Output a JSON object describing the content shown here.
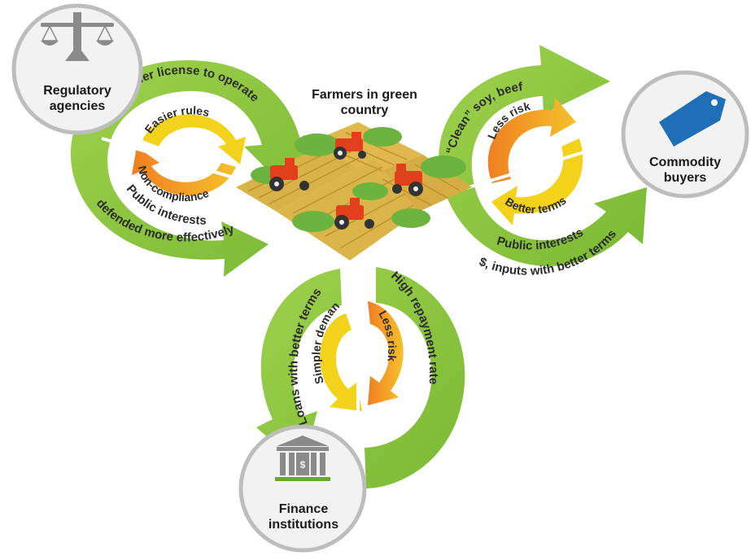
{
  "center": {
    "title": "Farmers in green country"
  },
  "regulatory": {
    "name": "Regulatory agencies",
    "icon": "scales-of-justice-icon",
    "outer_top": "Easier license to operate",
    "outer_bottom_1": "Public interests",
    "outer_bottom_2": "defended more effectively",
    "inner_top": "Easier rules",
    "inner_bottom": "Non-compliance"
  },
  "commodity": {
    "name": "Commodity buyers",
    "icon": "price-tag-icon",
    "outer_top": "“Clean” soy, beef",
    "outer_bottom_1": "Public interests",
    "outer_bottom_2": "$, inputs with better terms",
    "inner_top": "Less risk",
    "inner_bottom": "Better terms"
  },
  "finance": {
    "name": "Finance institutions",
    "icon": "bank-building-icon",
    "outer_left": "Loans with better terms",
    "outer_right": "High repayment rate",
    "inner_left": "Simpler demands",
    "inner_right": "Less risk"
  },
  "colors": {
    "outer_arrow": "#8cc63f",
    "outer_arrow_dark": "#6aa82c",
    "inner_orange": "#f39c33",
    "inner_yellow": "#f2d21a",
    "badge_fill": "#f2f2f2",
    "badge_stroke": "#b9b9b9",
    "field": "#d9b24a",
    "tree": "#6db33f",
    "tractor": "#e2401c"
  }
}
